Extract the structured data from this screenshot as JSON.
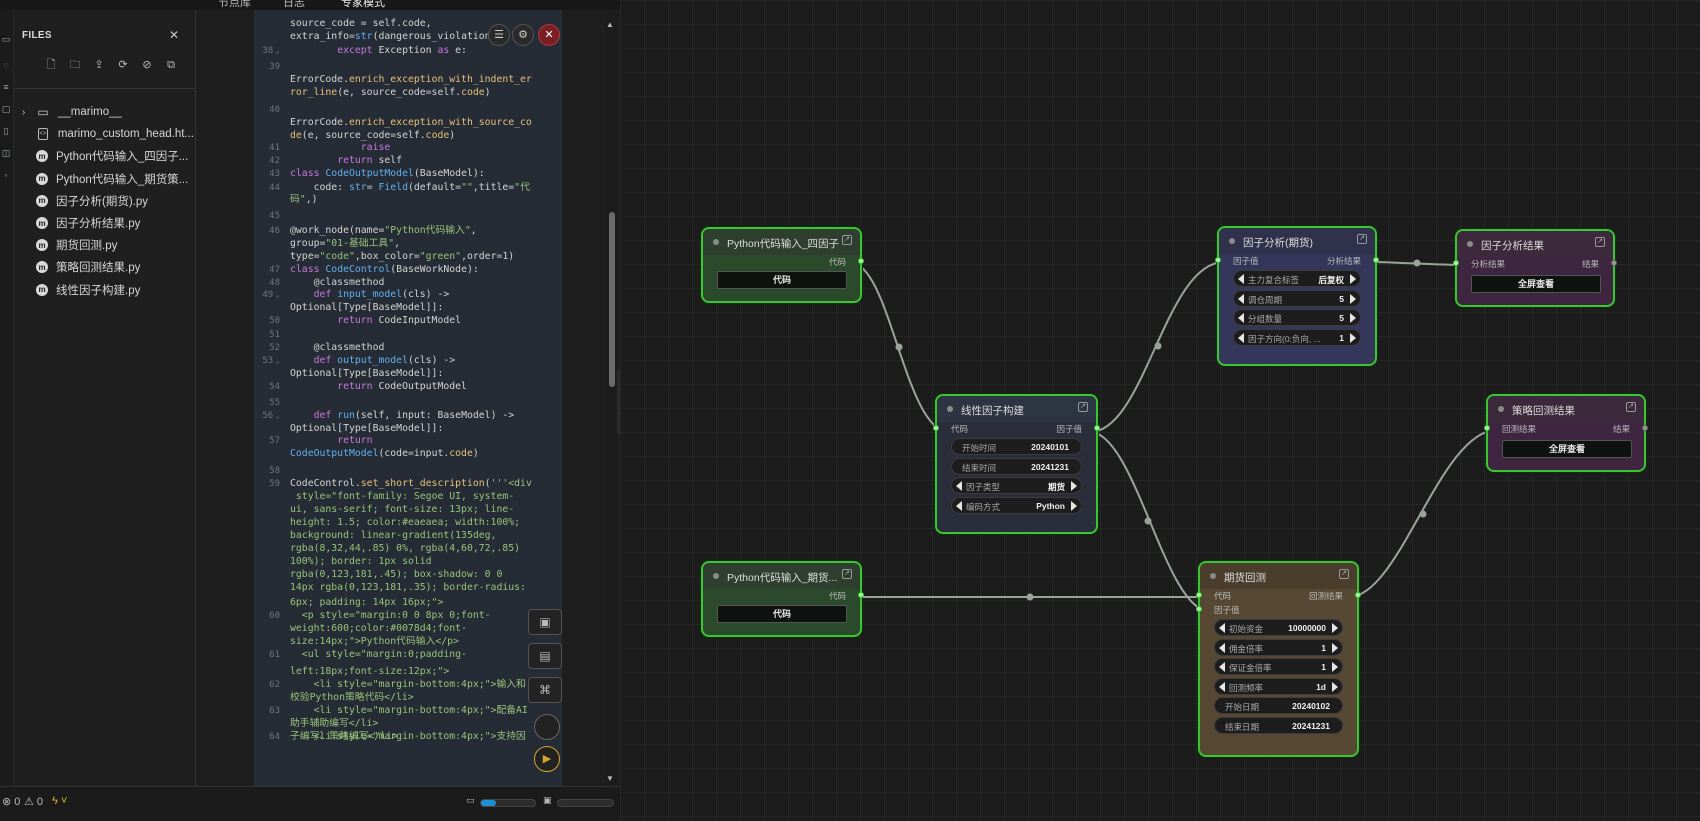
{
  "top_tabs": [
    "节点库",
    "日志",
    "专家模式"
  ],
  "files_panel": {
    "title": "FILES",
    "items": [
      {
        "label": "__marimo__",
        "kind": "folder"
      },
      {
        "label": "marimo_custom_head.ht...",
        "kind": "html"
      },
      {
        "label": "Python代码输入_四因子...",
        "kind": "notebook"
      },
      {
        "label": "Python代码输入_期货策...",
        "kind": "notebook"
      },
      {
        "label": "因子分析(期货).py",
        "kind": "notebook"
      },
      {
        "label": "因子分析结果.py",
        "kind": "notebook"
      },
      {
        "label": "期货回测.py",
        "kind": "notebook"
      },
      {
        "label": "策略回测结果.py",
        "kind": "notebook"
      },
      {
        "label": "线性因子构建.py",
        "kind": "notebook"
      }
    ]
  },
  "editor": {
    "lines": [
      {
        "n": "",
        "html": "source_code = self.code,"
      },
      {
        "n": "",
        "html": "extra_info=<span class=\"fn\">str</span>(dangerous_violations))"
      },
      {
        "n": "38",
        "fold": true,
        "html": "        <span class=\"kw\">except</span> Exception <span class=\"kw\">as</span> e:"
      },
      {
        "n": "39",
        "html": ""
      },
      {
        "n": "",
        "html": "ErrorCode.<span class=\"nm\">enrich_exception_with_indent_er</span>"
      },
      {
        "n": "",
        "html": "<span class=\"nm\">ror_line</span>(e, source_code=self.<span class=\"nm\">code</span>)"
      },
      {
        "n": "40",
        "html": ""
      },
      {
        "n": "",
        "html": "ErrorCode.<span class=\"nm\">enrich_exception_with_source_co</span>"
      },
      {
        "n": "",
        "html": "<span class=\"nm\">de</span>(e, source_code=self.<span class=\"nm\">code</span>)"
      },
      {
        "n": "41",
        "html": "            <span class=\"kw\">raise</span>"
      },
      {
        "n": "42",
        "html": "        <span class=\"kw\">return</span> self"
      },
      {
        "n": "43",
        "html": "<span class=\"kw\">class</span> <span class=\"fn\">CodeOutputModel</span>(BaseModel):"
      },
      {
        "n": "44",
        "html": "    code: <span class=\"fn\">str</span>= <span class=\"fn\">Field</span>(default=<span class=\"st\">\"\"</span>,title=<span class=\"st\">\"代</span>"
      },
      {
        "n": "",
        "html": "<span class=\"st\">码\"</span>,)"
      },
      {
        "n": "45",
        "html": ""
      },
      {
        "n": "46",
        "html": "@work_node(name=<span class=\"st\">\"Python代码输入\"</span>,"
      },
      {
        "n": "",
        "html": "group=<span class=\"st\">\"01-基础工具\"</span>,"
      },
      {
        "n": "",
        "html": "type=<span class=\"st\">\"code\"</span>,box_color=<span class=\"st\">\"green\"</span>,order=1)"
      },
      {
        "n": "47",
        "html": "<span class=\"kw\">class</span> <span class=\"fn\">CodeControl</span>(BaseWorkNode):"
      },
      {
        "n": "48",
        "html": "    @classmethod"
      },
      {
        "n": "49",
        "fold": true,
        "html": "    <span class=\"kw\">def</span> <span class=\"fn\">input_model</span>(cls) -&gt;"
      },
      {
        "n": "",
        "html": "Optional[Type[BaseModel]]:"
      },
      {
        "n": "50",
        "html": "        <span class=\"kw\">return</span> CodeInputModel"
      },
      {
        "n": "51",
        "html": ""
      },
      {
        "n": "52",
        "html": "    @classmethod"
      },
      {
        "n": "53",
        "fold": true,
        "html": "    <span class=\"kw\">def</span> <span class=\"fn\">output_model</span>(cls) -&gt;"
      },
      {
        "n": "",
        "html": "Optional[Type[BaseModel]]:"
      },
      {
        "n": "54",
        "html": "        <span class=\"kw\">return</span> CodeOutputModel"
      },
      {
        "n": "55",
        "html": ""
      },
      {
        "n": "56",
        "fold": true,
        "html": "    <span class=\"kw\">def</span> <span class=\"fn\">run</span>(self, input: BaseModel) -&gt;"
      },
      {
        "n": "",
        "html": "Optional[Type[BaseModel]]:"
      },
      {
        "n": "57",
        "html": "        <span class=\"kw\">return</span>"
      },
      {
        "n": "",
        "html": "<span class=\"fn\">CodeOutputModel</span>(code=input.<span class=\"nm\">code</span>)"
      },
      {
        "n": "58",
        "html": ""
      },
      {
        "n": "59",
        "html": "CodeControl.<span class=\"nm\">set_short_description</span>(<span class=\"st\">'''&lt;div</span>"
      },
      {
        "n": "",
        "html": "<span class=\"st\"> style=\"font-family: Segoe UI, system-</span>"
      },
      {
        "n": "",
        "html": "<span class=\"st\">ui, sans-serif; font-size: 13px; line-</span>"
      },
      {
        "n": "",
        "html": "<span class=\"st\">height: 1.5; color:#eaeaea; width:100%;</span>"
      },
      {
        "n": "",
        "html": "<span class=\"st\">background: linear-gradient(135deg,</span>"
      },
      {
        "n": "",
        "html": "<span class=\"st\">rgba(8,32,44,.85) 0%, rgba(4,60,72,.85)</span>"
      },
      {
        "n": "",
        "html": "<span class=\"st\">100%); border: 1px solid</span>"
      },
      {
        "n": "",
        "html": "<span class=\"st\">rgba(0,123,181,.45); box-shadow: 0 0</span>"
      },
      {
        "n": "",
        "html": "<span class=\"st\">14px rgba(0,123,181,.35); border-radius:</span>"
      },
      {
        "n": "",
        "html": "<span class=\"st\">6px; padding: 14px 16px;\"&gt;</span>"
      },
      {
        "n": "60",
        "html": "<span class=\"st\">  &lt;p style=\"margin:0 0 8px 0;font-</span>"
      },
      {
        "n": "",
        "html": "<span class=\"st\">weight:600;color:#0078d4;font-</span>"
      },
      {
        "n": "",
        "html": "<span class=\"st\">size:14px;\"&gt;Python代码输入&lt;/p&gt;</span>"
      },
      {
        "n": "61",
        "html": "<span class=\"st\">  &lt;ul style=\"margin:0;padding-</span>"
      },
      {
        "n": "",
        "html": "<span class=\"st\">left:18px;font-size:12px;\"&gt;</span>"
      },
      {
        "n": "62",
        "html": "<span class=\"st\">    &lt;li style=\"margin-bottom:4px;\"&gt;输入和</span>"
      },
      {
        "n": "",
        "html": "<span class=\"st\">校验Python策略代码&lt;/li&gt;</span>"
      },
      {
        "n": "63",
        "html": "<span class=\"st\">    &lt;li style=\"margin-bottom:4px;\"&gt;配备AI</span>"
      },
      {
        "n": "",
        "html": "<span class=\"st\">助手辅助编写&lt;/li&gt;</span>"
      },
      {
        "n": "64",
        "html": "<span class=\"st\">    &lt;li style=\"margin-bottom:4px;\"&gt;支持因</span>"
      },
      {
        "n": "",
        "html": "<span class=\"st\">子编写、策略编写&lt;/li&gt;</span>"
      }
    ]
  },
  "status_bar": {
    "errors": "0",
    "warnings": "0"
  },
  "nodes": {
    "py_four_factor": {
      "title": "Python代码输入_四因子",
      "out_port": "代码",
      "button": "代码"
    },
    "py_futures": {
      "title": "Python代码输入_期货...",
      "out_port": "代码",
      "button": "代码"
    },
    "linear_factor": {
      "title": "线性因子构建",
      "in_port": "代码",
      "out_port": "因子值",
      "fields": [
        {
          "label": "开始时间",
          "value": "20240101",
          "arrows": false
        },
        {
          "label": "结束时间",
          "value": "20241231",
          "arrows": false
        },
        {
          "label": "因子类型",
          "value": "期货",
          "arrows": true
        },
        {
          "label": "编码方式",
          "value": "Python",
          "arrows": true
        }
      ]
    },
    "factor_analysis": {
      "title": "因子分析(期货)",
      "in_port": "因子值",
      "out_port": "分析结果",
      "fields": [
        {
          "label": "主力复合标签",
          "value": "后复权",
          "arrows": true
        },
        {
          "label": "调仓周期",
          "value": "5",
          "arrows": true
        },
        {
          "label": "分组数量",
          "value": "5",
          "arrows": true
        },
        {
          "label": "因子方向(0:负向, ...",
          "value": "1",
          "arrows": true
        }
      ]
    },
    "factor_result": {
      "title": "因子分析结果",
      "in_port": "分析结果",
      "out_port": "结果",
      "button": "全屏查看"
    },
    "futures_backtest": {
      "title": "期货回测",
      "in_ports": [
        "代码",
        "因子值"
      ],
      "out_port": "回测结果",
      "fields": [
        {
          "label": "初始资金",
          "value": "10000000",
          "arrows": true
        },
        {
          "label": "佣金倍率",
          "value": "1",
          "arrows": true
        },
        {
          "label": "保证金倍率",
          "value": "1",
          "arrows": true
        },
        {
          "label": "回测频率",
          "value": "1d",
          "arrows": true
        },
        {
          "label": "开始日期",
          "value": "20240102",
          "arrows": false
        },
        {
          "label": "结束日期",
          "value": "20241231",
          "arrows": false
        }
      ]
    },
    "strategy_result": {
      "title": "策略回测结果",
      "in_port": "回测结果",
      "out_port": "结果",
      "button": "全屏查看"
    }
  }
}
